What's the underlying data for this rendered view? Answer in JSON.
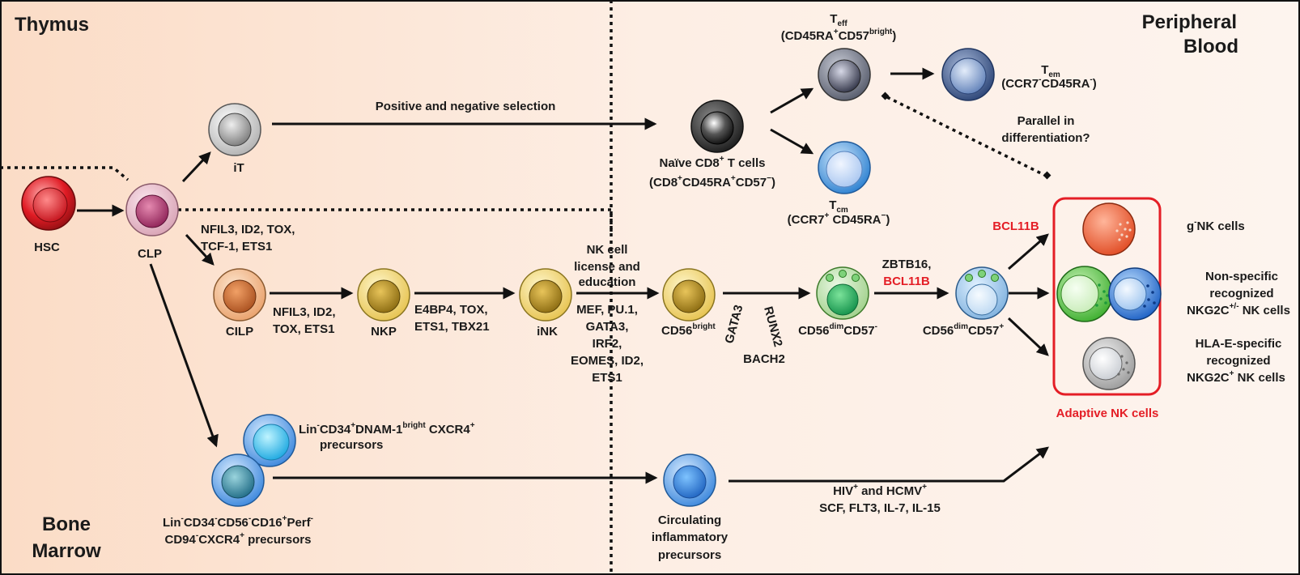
{
  "regions": {
    "thymus": "Thymus",
    "peripheral_1": "Peripheral",
    "peripheral_2": "Blood",
    "bone_1": "Bone",
    "bone_2": "Marrow"
  },
  "cells": {
    "hsc": "HSC",
    "clp": "CLP",
    "it": "iT",
    "cilp": "CILP",
    "nkp": "NKP",
    "ink": "iNK",
    "naive_1": "Naïve CD8",
    "naive_1_sup": "+",
    "naive_1_b": " T cells",
    "naive_2_a": "(CD8",
    "naive_2_sup1": "+",
    "naive_2_b": "CD45RA",
    "naive_2_sup2": "+",
    "naive_2_c": "CD57",
    "naive_2_sup3": "−",
    "naive_2_d": ")",
    "teff_main": "T",
    "teff_sub": "eff",
    "teff_a": "(CD45RA",
    "teff_sup1": "+",
    "teff_b": "CD57",
    "teff_sup2": "bright",
    "teff_c": ")",
    "tem_main": "T",
    "tem_sub": "em",
    "tem_a": "(CCR7",
    "tem_sup1": "-",
    "tem_b": "CD45RA",
    "tem_sup2": "-",
    "tem_c": ")",
    "tcm_main": "T",
    "tcm_sub": "cm",
    "tcm_a": "(CCR7",
    "tcm_sup1": "+",
    "tcm_b": " CD45RA",
    "tcm_sup2": "−",
    "tcm_c": ")",
    "cd56bright_a": "CD56",
    "cd56bright_sup": "bright",
    "cd56dim57neg_a": "CD56",
    "cd56dim57neg_sup1": "dim",
    "cd56dim57neg_b": "CD57",
    "cd56dim57neg_sup2": "-",
    "cd56dim57pos_a": "CD56",
    "cd56dim57pos_sup1": "dim",
    "cd56dim57pos_b": "CD57",
    "cd56dim57pos_sup2": "+",
    "lin1_a": "Lin",
    "lin1_sup1": "-",
    "lin1_b": "CD34",
    "lin1_sup2": "+",
    "lin1_c": "DNAM-1",
    "lin1_sup3": "bright",
    "lin1_d": " CXCR4",
    "lin1_sup4": "+",
    "lin1_line2": "precursors",
    "lin2_a": "Lin",
    "lin2_sup1": "-",
    "lin2_b": "CD34",
    "lin2_sup2": "-",
    "lin2_c": "CD56",
    "lin2_sup3": "-",
    "lin2_d": "CD16",
    "lin2_sup4": "+",
    "lin2_e": "Perf",
    "lin2_sup5": "-",
    "lin3_a": "CD94",
    "lin3_sup1": "-",
    "lin3_b": "CXCR4",
    "lin3_sup2": "+",
    "lin3_c": " precursors",
    "circ_1": "Circulating",
    "circ_2": "inflammatory",
    "circ_3": "precursors",
    "gnk_sup": "-",
    "gnk_pre": "g",
    "gnk_post": "NK cells",
    "nonspec_1": "Non-specific",
    "nonspec_2": "recognized",
    "nonspec_3_a": "NKG2C",
    "nonspec_3_sup": "+/-",
    "nonspec_3_b": " NK cells",
    "hla_1": "HLA-E-specific",
    "hla_2": "recognized",
    "hla_3_a": "NKG2C",
    "hla_3_sup": "+",
    "hla_3_b": " NK cells",
    "adaptive": "Adaptive NK cells"
  },
  "factors": {
    "positive_negative": "Positive and negative selection",
    "parallel_1": "Parallel in",
    "parallel_2": "differentiation?",
    "clp_cilp_1": "NFIL3, ID2, TOX,",
    "clp_cilp_2": "TCF-1, ETS1",
    "cilp_nkp_1": "NFIL3, ID2,",
    "cilp_nkp_2": "TOX, ETS1",
    "nkp_ink_1": "E4BP4, TOX,",
    "nkp_ink_2": "ETS1, TBX21",
    "license_1": "NK cell",
    "license_2": "license and",
    "license_3": "education",
    "ink_cd56_1": "MEF, PU.1,",
    "ink_cd56_2": "GATA3,",
    "ink_cd56_3": "IRF2,",
    "ink_cd56_4": "EOMES, ID2,",
    "ink_cd56_5": "ETS1",
    "gata3": "GATA3",
    "runx2": "RUNX2",
    "bach2": "BACH2",
    "zbtb16": "ZBTB16,",
    "bcl11b": "BCL11B",
    "bcl11b_top": "BCL11B",
    "hiv_a": "HIV",
    "hiv_sup1": "+",
    "hiv_b": " and HCMV",
    "hiv_sup2": "+",
    "hiv_2": "SCF, FLT3, IL-7, IL-15"
  },
  "colors": {
    "background_left": "#fbe1cd",
    "background_right": "#fdf3ec",
    "accent_red": "#e41e26",
    "outline": "#111111"
  }
}
